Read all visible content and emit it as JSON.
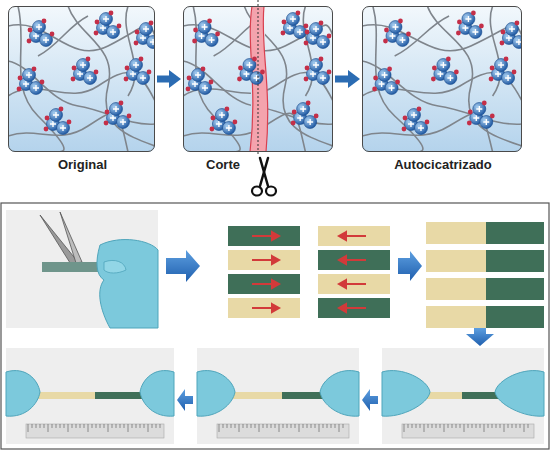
{
  "diagram": {
    "nodes": [
      {
        "text": [
          "Original"
        ]
      },
      {
        "text": [
          "Corte"
        ]
      },
      {
        "text": [
          "Autocicatrizado"
        ]
      }
    ],
    "edges": [
      {
        "from": 0,
        "to": 1,
        "arrow": "to"
      },
      {
        "from": 1,
        "to": 2,
        "arrow": "to"
      }
    ]
  }
}
